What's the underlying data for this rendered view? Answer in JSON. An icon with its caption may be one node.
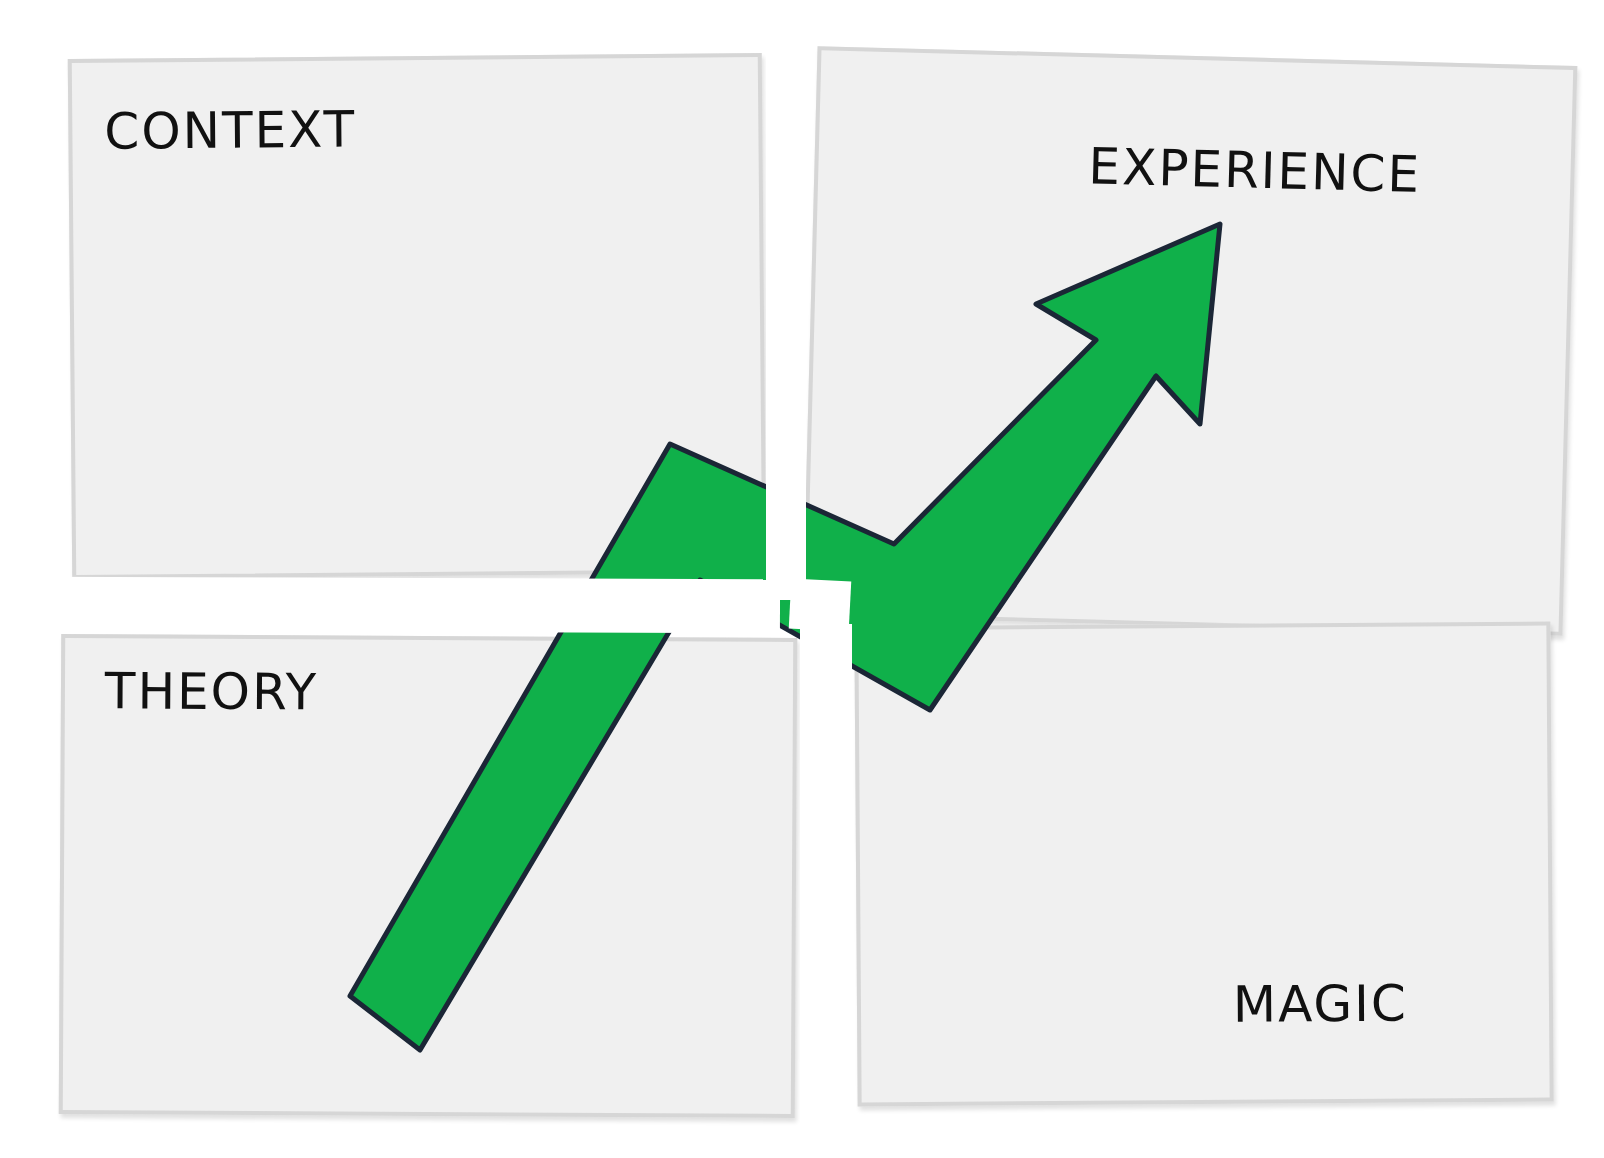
{
  "diagram": {
    "nodes": [
      {
        "text": [
          "CONTEXT"
        ]
      },
      {
        "text": [
          "EXPERIENCE"
        ]
      },
      {
        "text": [
          "THEORY"
        ]
      },
      {
        "text": [
          "MAGIC"
        ]
      }
    ]
  }
}
